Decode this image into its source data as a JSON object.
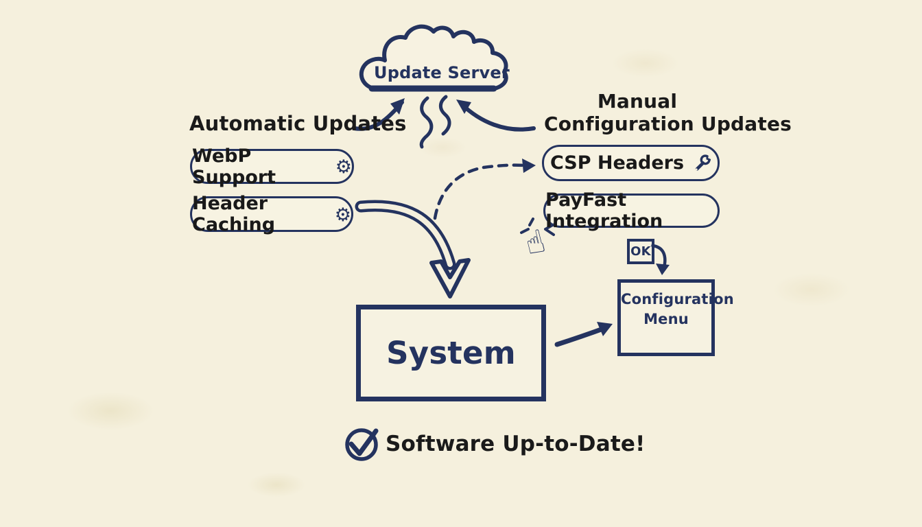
{
  "colors": {
    "background": "#f5f0dd",
    "ink": "#24335f",
    "text_dark": "#1a1a1a"
  },
  "cloud": {
    "label": "Update Server"
  },
  "labels": {
    "automatic_updates": "Automatic Updates",
    "manual_config_line1": "Manual",
    "manual_config_line2": "Configuration Updates"
  },
  "pills": {
    "webp_support": {
      "label": "WebP Support",
      "icon": "gear"
    },
    "header_caching": {
      "label": "Header Caching",
      "icon": "gear"
    },
    "csp_headers": {
      "label": "CSP Headers",
      "icon": "wrench"
    },
    "payfast_integration": {
      "label": "PayFast Integration"
    }
  },
  "icons": {
    "gear_glyph": "⚙",
    "hand_glyph": "☝"
  },
  "system_box": {
    "label": "System"
  },
  "ok_box": {
    "label": "OK"
  },
  "config_menu": {
    "line1": "Configuration",
    "line2": "Menu"
  },
  "status": {
    "label": "Software Up-to-Date!"
  }
}
